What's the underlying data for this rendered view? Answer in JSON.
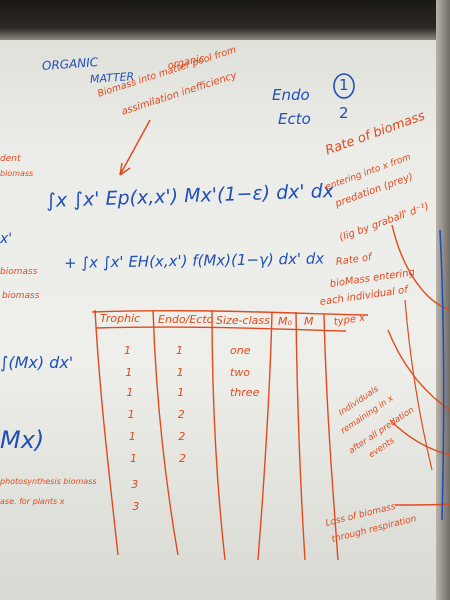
{
  "board": {
    "title_line1": "ORGANIC",
    "title_line2": "MATTER",
    "title_note_line1": "organic",
    "title_note_line2": "Biomass into matter pool from",
    "title_note_line3": "assimilation inefficiency",
    "endo_label": "Endo",
    "ecto_label": "Ecto",
    "endo_number": "1",
    "ecto_number": "2",
    "equation_line1": "∫x ∫x' Ep(x,x') Mx'(1−ε) dx' dx",
    "equation_line2": "+ ∫x ∫x' EH(x,x') f(Mx)(1−γ) dx' dx",
    "rate_note_1": {
      "line1": "Rate of biomass",
      "line2": "entering into x from",
      "line3": "predation (prey)",
      "line4": "(lig by graball' d⁻¹)"
    },
    "rate_note_2": {
      "line1": "Rate of",
      "line2": "bioMass entering",
      "line3": "each individual of",
      "line4": "type x"
    },
    "individuals_note": {
      "line1": "Individuals",
      "line2": "remaining in x",
      "line3": "after all predation",
      "line4": "events"
    },
    "loss_note": {
      "line1": "Loss of biomass",
      "line2": "through respiration"
    },
    "left_fragments": {
      "frag1": "∫(Mx) dx'",
      "frag2": "Mx)",
      "frag3": "photosynthesis biomass",
      "frag4": "ase. for plants x",
      "frag5": "x'",
      "frag6": "biomass",
      "frag7": "biomass",
      "frag8": "dent",
      "frag9": "biomass"
    }
  },
  "table": {
    "headers": [
      "Trophic",
      "Endo/Ecto",
      "Size-class",
      "M₀",
      "M"
    ],
    "rows": [
      {
        "trophic": "1",
        "endo": "1",
        "size": "one"
      },
      {
        "trophic": "1",
        "endo": "1",
        "size": "two"
      },
      {
        "trophic": "1",
        "endo": "1",
        "size": "three"
      },
      {
        "trophic": "1",
        "endo": "2",
        "size": ""
      },
      {
        "trophic": "1",
        "endo": "2",
        "size": ""
      },
      {
        "trophic": "1",
        "endo": "2",
        "size": ""
      },
      {
        "trophic": "3",
        "endo": "",
        "size": ""
      },
      {
        "trophic": "3",
        "endo": "",
        "size": ""
      }
    ]
  },
  "colors": {
    "blue_marker": "#1f4fb8",
    "red_marker": "#e24a1e",
    "board": "#eeeeea",
    "frame": "#2a2724"
  }
}
